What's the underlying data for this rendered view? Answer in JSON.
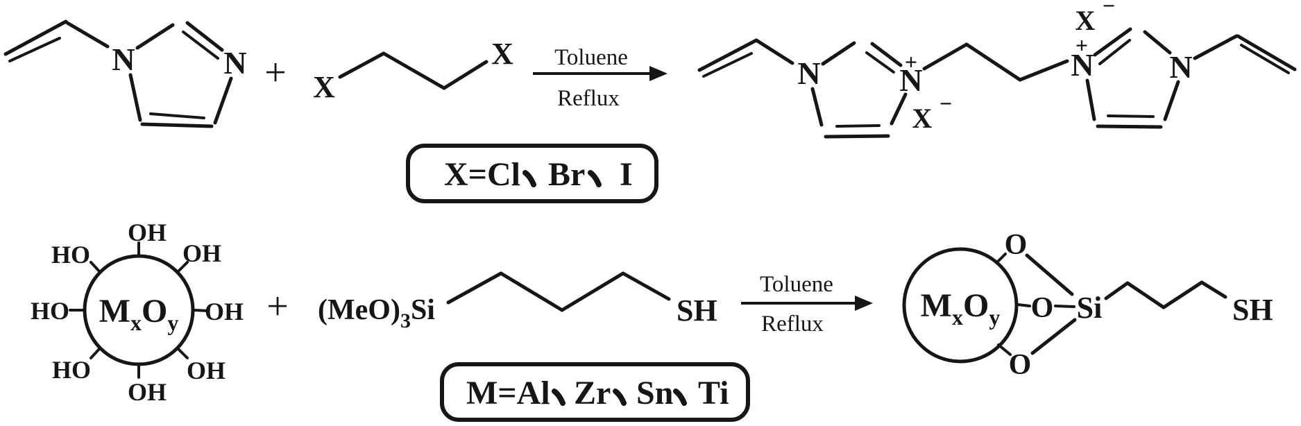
{
  "colors": {
    "ink": "#161616",
    "paper": "#ffffff"
  },
  "reaction1": {
    "vinylimidazole": {
      "N1": "N",
      "N3": "N"
    },
    "plus": "+",
    "dihaloethane": {
      "X_left": "X",
      "X_right": "X"
    },
    "conditions": {
      "solvent": "Toluene",
      "mode": "Reflux"
    },
    "product": {
      "ring1": {
        "N": "N",
        "N_plus": "N",
        "charge": "+"
      },
      "anion1": {
        "symbol": "X",
        "charge": "−"
      },
      "ring2": {
        "N_plus": "N",
        "charge": "+",
        "N": "N"
      },
      "anion2": {
        "symbol": "X",
        "charge": "−"
      }
    },
    "legend": {
      "full_text": "X=Cl、Br、I",
      "parts": [
        "X=Cl",
        "Br",
        "I"
      ],
      "separator": "、"
    }
  },
  "reaction2": {
    "metal_oxide": {
      "core": {
        "M": "M",
        "x_sub": "x",
        "O": "O",
        "y_sub": "y"
      },
      "hydroxyls": {
        "top": "OH",
        "top_right": "OH",
        "right": "OH",
        "bottom_right": "OH",
        "bottom": "OH",
        "bottom_left": "HO",
        "left": "HO",
        "top_left": "HO"
      }
    },
    "plus": "+",
    "silane": {
      "prefix": "(MeO)",
      "subscript": "3",
      "si": "Si",
      "thiol": "SH"
    },
    "conditions": {
      "solvent": "Toluene",
      "mode": "Reflux"
    },
    "product": {
      "core": {
        "M": "M",
        "x_sub": "x",
        "O": "O",
        "y_sub": "y"
      },
      "O_top": "O",
      "O_middle": "O",
      "O_bottom": "O",
      "Si": "Si",
      "thiol": "SH"
    },
    "legend": {
      "full_text": "M=Al、Zr、Sn、Ti",
      "parts": [
        "M=Al",
        "Zr",
        "Sn",
        "Ti"
      ],
      "separator": "、"
    }
  }
}
